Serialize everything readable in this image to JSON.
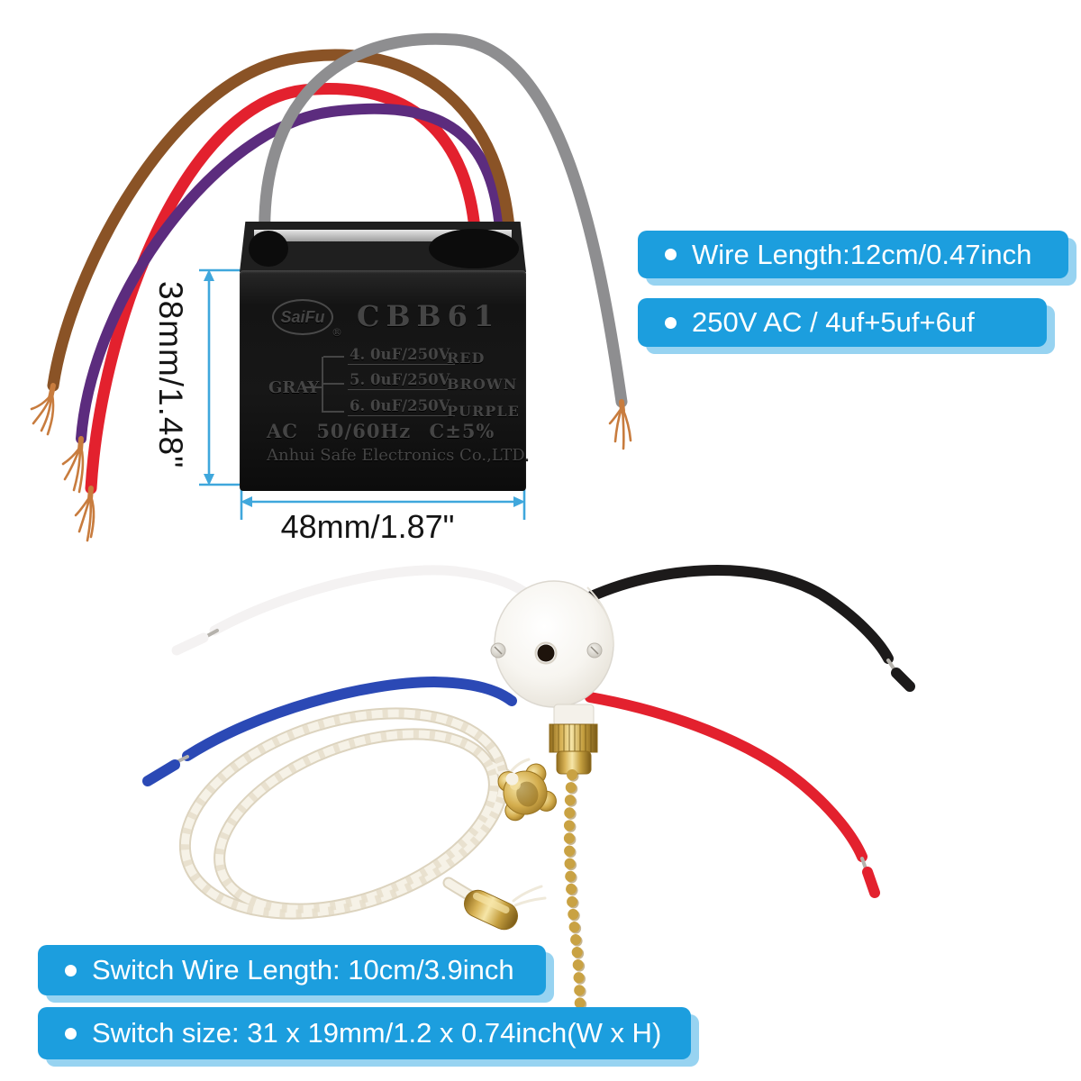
{
  "capacitor": {
    "brand": "SaiFu",
    "reg_mark": "®",
    "model": "CBB61",
    "common_wire": "GRAY",
    "ratings": [
      {
        "value": "4. 0uF/250V",
        "wire": "RED"
      },
      {
        "value": "5. 0uF/250V",
        "wire": "BROWN"
      },
      {
        "value": "6. 0uF/250V",
        "wire": "PURPLE"
      }
    ],
    "frequency_line": "AC 50/60Hz C±5%",
    "manufacturer": "Anhui Safe Electronics Co.,LTD.",
    "wire_colors": [
      "gray",
      "brown",
      "red",
      "purple"
    ]
  },
  "dimensions": {
    "height": "38mm/1.48\"",
    "width": "48mm/1.87\""
  },
  "callouts": {
    "top": [
      "Wire Length:12cm/0.47inch",
      "250V AC / 4uf+5uf+6uf"
    ],
    "bottom": [
      "Switch Wire Length: 10cm/3.9inch",
      "Switch size: 31 x 19mm/1.2 x 0.74inch(W x H)"
    ]
  },
  "switch": {
    "wire_colors": [
      "white",
      "black",
      "blue",
      "red"
    ],
    "parts": [
      "pull-chain",
      "nylon-cord",
      "bell-ornament",
      "cord-end-cap"
    ]
  },
  "palette": {
    "badge_blue": "#1C9EDE",
    "badge_shadow": "#97D3F1",
    "dimension_blue": "#3FA7DC",
    "wire_gray": "#8E8E90",
    "wire_brown": "#8A5326",
    "wire_red": "#E3212E",
    "wire_purple": "#5C2C7E",
    "wire_blue": "#2B49B5",
    "wire_black": "#1C1A1A",
    "wire_white": "#F4F2F2",
    "copper": "#C87C3E",
    "brass": "#C9A243",
    "rope": "#F1ECDE"
  }
}
